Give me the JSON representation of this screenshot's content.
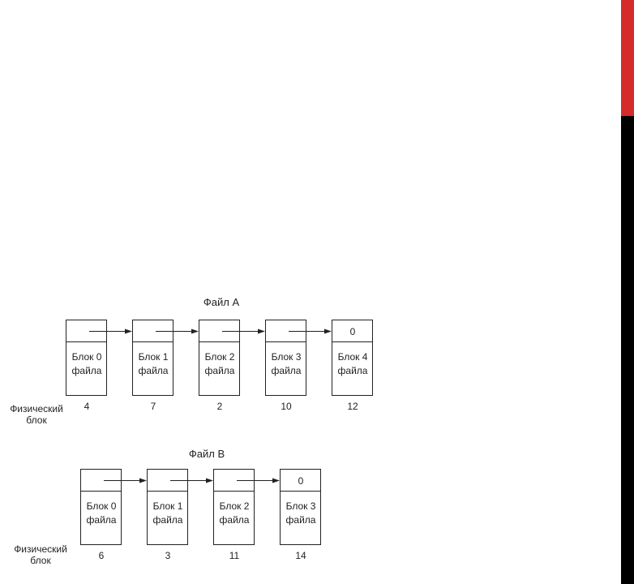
{
  "accent_colors": {
    "side_bar": "#000000",
    "side_bar_top": "#d52b2b"
  },
  "physical_label": [
    "Физический",
    "блок"
  ],
  "files": [
    {
      "title": "Файл A",
      "blocks": [
        {
          "top": "",
          "label": [
            "Блок 0",
            "файла"
          ],
          "physical": "4"
        },
        {
          "top": "",
          "label": [
            "Блок 1",
            "файла"
          ],
          "physical": "7"
        },
        {
          "top": "",
          "label": [
            "Блок 2",
            "файла"
          ],
          "physical": "2"
        },
        {
          "top": "",
          "label": [
            "Блок 3",
            "файла"
          ],
          "physical": "10"
        },
        {
          "top": "0",
          "label": [
            "Блок 4",
            "файла"
          ],
          "physical": "12"
        }
      ]
    },
    {
      "title": "Файл B",
      "blocks": [
        {
          "top": "",
          "label": [
            "Блок 0",
            "файла"
          ],
          "physical": "6"
        },
        {
          "top": "",
          "label": [
            "Блок 1",
            "файла"
          ],
          "physical": "3"
        },
        {
          "top": "",
          "label": [
            "Блок 2",
            "файла"
          ],
          "physical": "11"
        },
        {
          "top": "0",
          "label": [
            "Блок 3",
            "файла"
          ],
          "physical": "14"
        }
      ]
    }
  ]
}
